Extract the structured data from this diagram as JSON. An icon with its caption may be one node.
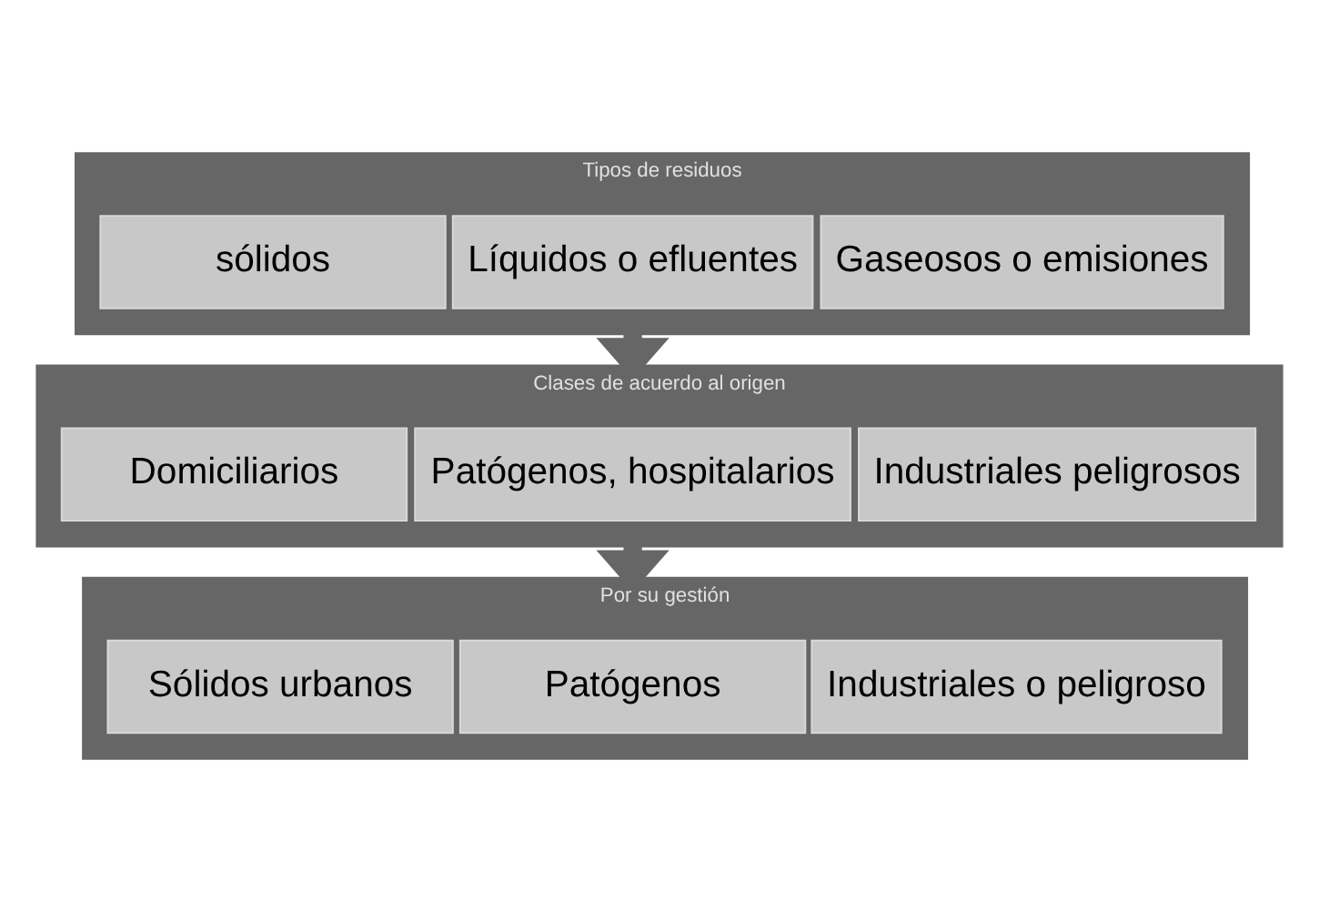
{
  "diagram": {
    "nodes": [
      {
        "text": [
          "Tipos de residuos"
        ]
      },
      {
        "text": [
          "sólidos"
        ],
        "in": 0
      },
      {
        "text": [
          "Líquidos o efluentes"
        ],
        "in": 0
      },
      {
        "text": [
          "Gaseosos o emisiones"
        ],
        "in": 0
      },
      {
        "text": [
          "Clases de acuerdo al origen"
        ]
      },
      {
        "text": [
          "Domiciliarios"
        ],
        "in": 4
      },
      {
        "text": [
          "Patógenos, hospitalarios"
        ],
        "in": 4
      },
      {
        "text": [
          "Industriales peligrosos"
        ],
        "in": 4
      },
      {
        "text": [
          "Por su gestión"
        ]
      },
      {
        "text": [
          "Sólidos urbanos"
        ],
        "in": 8
      },
      {
        "text": [
          "Patógenos"
        ],
        "in": 8
      },
      {
        "text": [
          "Industriales o peligroso"
        ],
        "in": 8
      }
    ],
    "edges": [
      {
        "from": 0,
        "to": 4,
        "arrow": "to"
      },
      {
        "from": 4,
        "to": 8,
        "arrow": "to"
      }
    ]
  }
}
